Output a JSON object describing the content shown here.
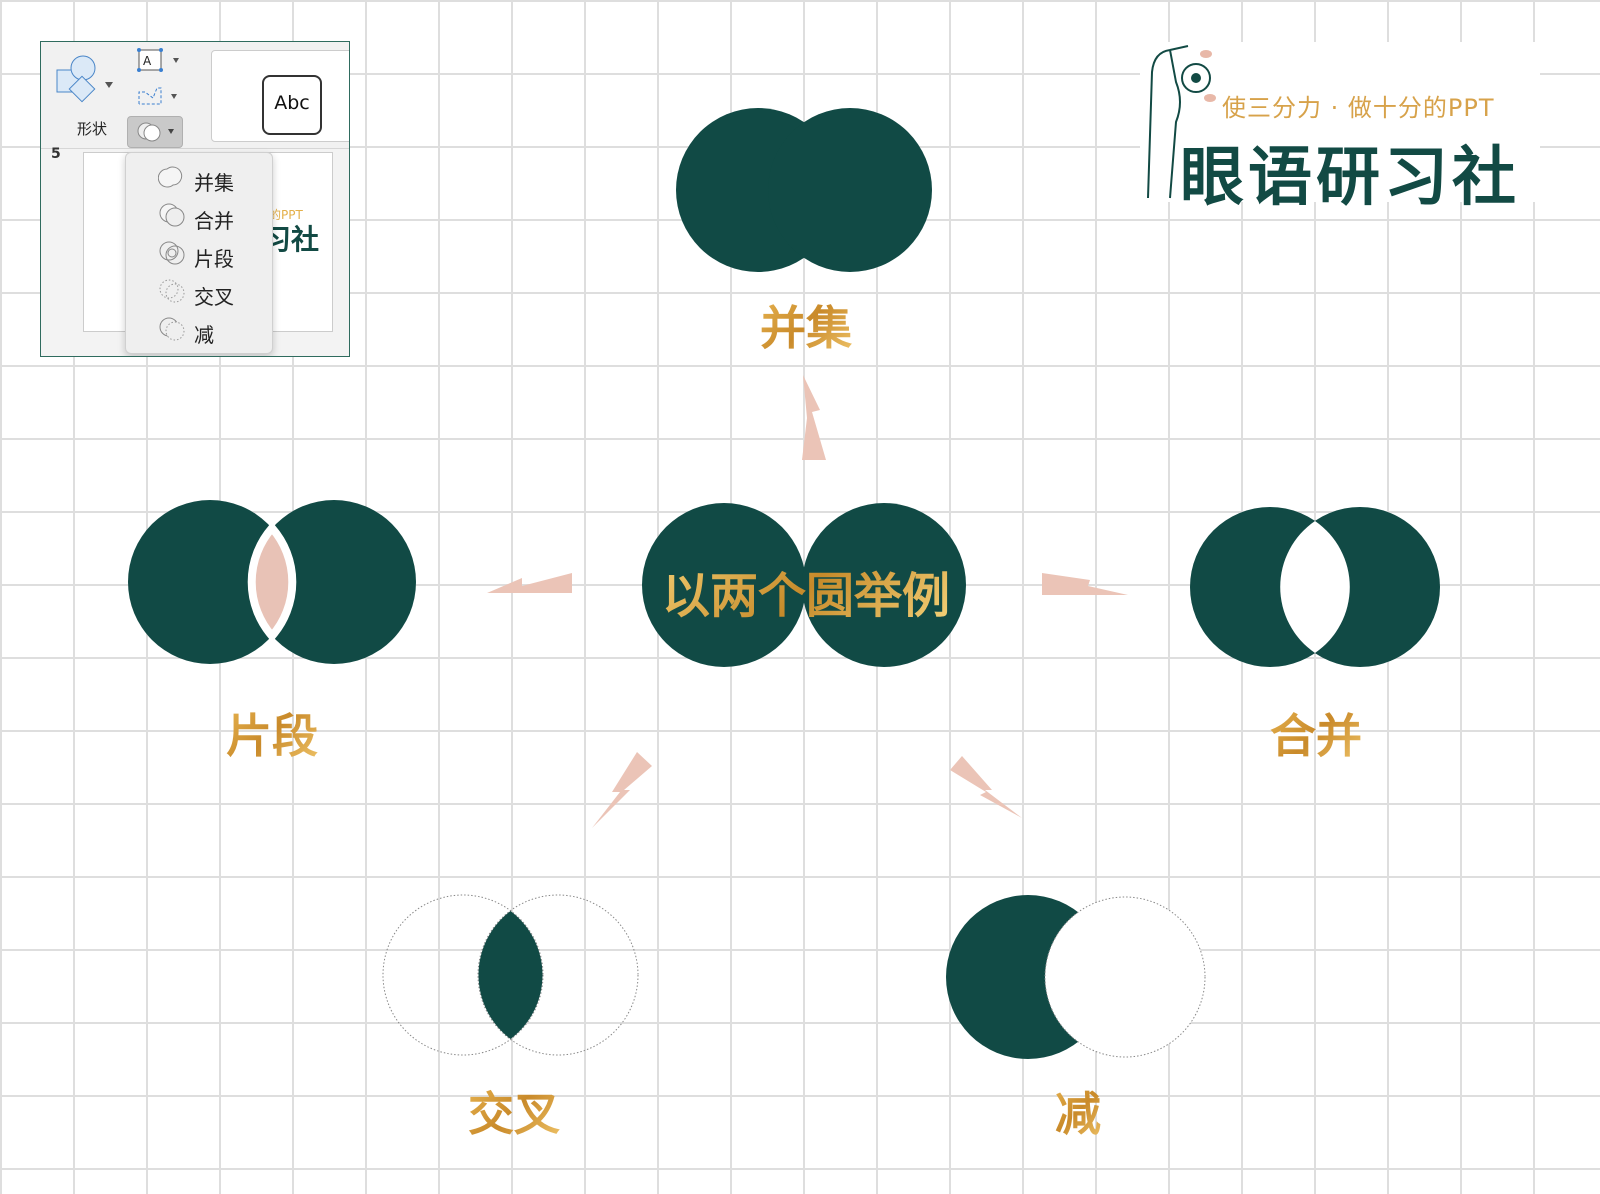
{
  "colors": {
    "shape": "#114a45",
    "fragment_lens": "#e8c2b6",
    "arrow": "#ebc4b7",
    "label_gold": "#d49a36"
  },
  "center": {
    "text": "以两个圆举例"
  },
  "labels": {
    "union": "并集",
    "fragment": "片段",
    "combine": "合并",
    "intersect": "交叉",
    "subtract": "减"
  },
  "ribbon": {
    "shape_label": "形状",
    "style_sample": "Abc",
    "slide_number": "5",
    "thumbnail": {
      "subtitle": "的PPT",
      "title": "习社"
    },
    "merge_menu": [
      {
        "label": "并集",
        "icon": "union-icon"
      },
      {
        "label": "合并",
        "icon": "combine-icon"
      },
      {
        "label": "片段",
        "icon": "fragment-icon"
      },
      {
        "label": "交叉",
        "icon": "intersect-icon"
      },
      {
        "label": "减",
        "icon": "subtract-icon"
      }
    ]
  },
  "logo": {
    "slogan": "使三分力 · 做十分的PPT",
    "brand": "眼语研习社"
  }
}
